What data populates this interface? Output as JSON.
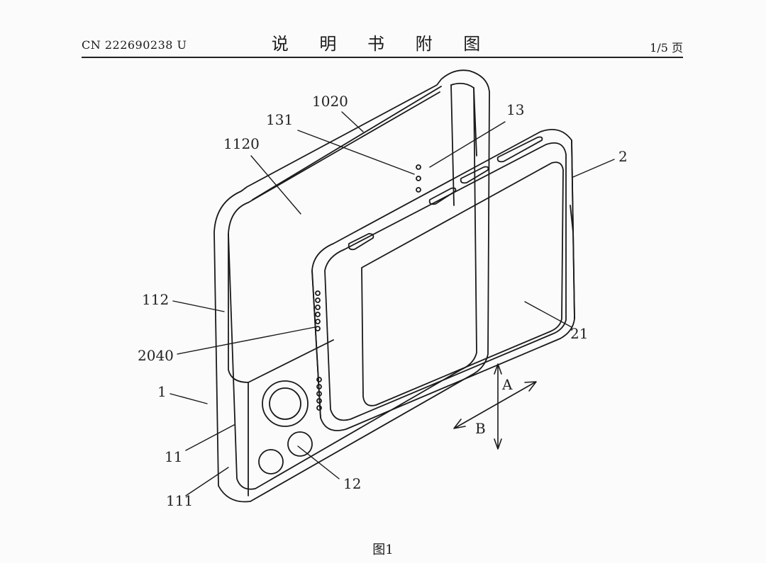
{
  "header": {
    "publication_number": "CN 222690238 U",
    "title": "说 明 书 附 图",
    "page": "1/5 页"
  },
  "figure": {
    "caption": "图1",
    "labels": {
      "l1020": "1020",
      "l131": "131",
      "l13": "13",
      "l1120": "1120",
      "l2": "2",
      "l112": "112",
      "l2040": "2040",
      "l21": "21",
      "l1": "1",
      "lA": "A",
      "lB": "B",
      "l11": "11",
      "l12": "12",
      "l111": "111"
    }
  }
}
